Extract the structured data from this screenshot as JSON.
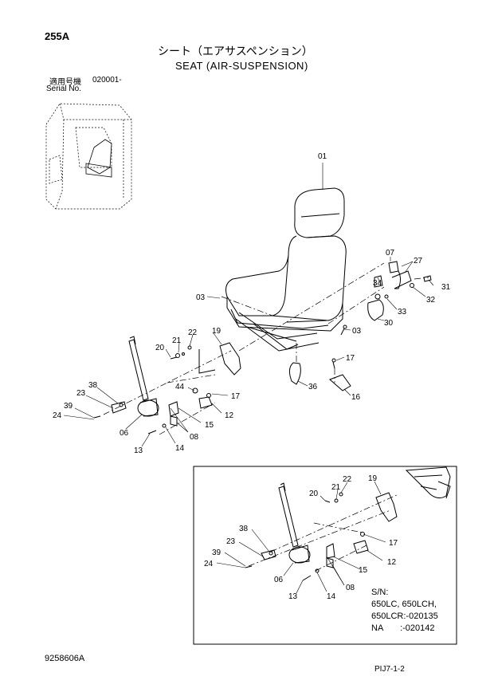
{
  "page_id": "255A",
  "title_jp": "シート（エアサスペンション）",
  "title_en": "SEAT (AIR-SUSPENSION)",
  "serial_jp": "適用号機",
  "serial_en": "Serial No.",
  "serial_value": "020001-",
  "part_labels": {
    "p01": "01",
    "p03a": "03",
    "p03b": "03",
    "p07": "07",
    "p27": "27",
    "p34": "34",
    "p31": "31",
    "p32": "32",
    "p33": "33",
    "p30": "30",
    "p22": "22",
    "p21": "21",
    "p20": "20",
    "p19": "19",
    "p17a": "17",
    "p36": "36",
    "p16": "16",
    "p44": "44",
    "p17b": "17",
    "p38": "38",
    "p23": "23",
    "p39": "39",
    "p24": "24",
    "p06": "06",
    "p12": "12",
    "p15": "15",
    "p08": "08",
    "p13": "13",
    "p14": "14"
  },
  "inset_labels": {
    "i22": "22",
    "i21": "21",
    "i20": "20",
    "i19": "19",
    "i38": "38",
    "i23": "23",
    "i39": "39",
    "i24": "24",
    "i17": "17",
    "i12": "12",
    "i15": "15",
    "i06": "06",
    "i08": "08",
    "i13": "13",
    "i14": "14"
  },
  "serial_note": {
    "line1": "S/N:",
    "line2": "650LC, 650LCH,",
    "line3": "650LCR:-020135",
    "line4": "NA       :-020142"
  },
  "drawing_no": "9258606A",
  "page_ref": "PIJ7-1-2"
}
